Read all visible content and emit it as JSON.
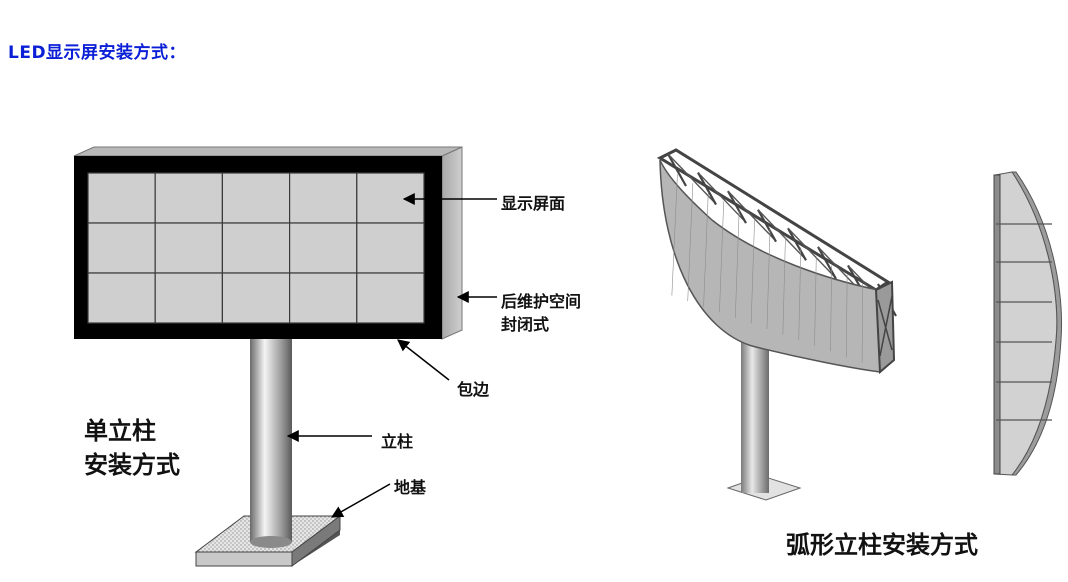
{
  "heading": "LED显示屏安装方式：",
  "colors": {
    "heading": "#0b1fd6",
    "frame": "#000000",
    "panel": "#cfcfcf",
    "side": "#bdbdbd"
  },
  "left_diagram": {
    "caption_line1": "单立柱",
    "caption_line2": "安装方式",
    "callouts": {
      "display_surface": "显示屏面",
      "rear_line1": "后维护空间",
      "rear_line2": "封闭式",
      "border": "包边",
      "column": "立柱",
      "foundation": "地基"
    },
    "grid": {
      "rows": 3,
      "columns": 5
    }
  },
  "right_diagram": {
    "caption": "弧形立柱安装方式"
  }
}
